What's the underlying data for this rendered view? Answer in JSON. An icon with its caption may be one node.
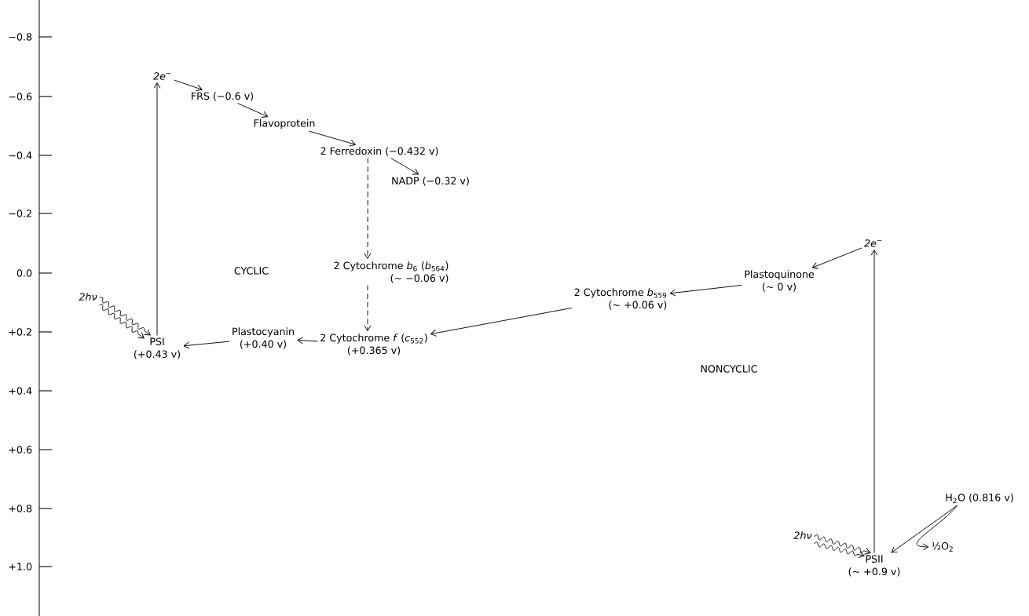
{
  "diagram": {
    "nodes": [
      {
        "text": [
          "2e$^{−}$"
        ]
      },
      {
        "text": [
          "FRS (−0.6 v)"
        ]
      },
      {
        "text": [
          "Flavoprotein"
        ]
      },
      {
        "text": [
          "2 Ferredoxin (−0.432 v)"
        ]
      },
      {
        "text": [
          "NADP (−0.32 v)"
        ]
      },
      {
        "text": [
          "2 Cytochrome *b*$_{6}$ (*b*$_{564}$)",
          "(∼ −0.06 v)"
        ]
      },
      {
        "text": [
          "2 Cytochrome *b*$_{559}$",
          "(∼ +0.06 v)"
        ]
      },
      {
        "text": [
          "Plastoquinone",
          "(∼ 0 v)"
        ]
      },
      {
        "text": [
          "2e$^{−}$"
        ]
      },
      {
        "text": [
          "2 Cytochrome *f* (*c*$_{552}$)",
          "(+0.365 v)"
        ]
      },
      {
        "text": [
          "Plastocyanin",
          "(+0.40 v)"
        ]
      },
      {
        "text": [
          "PSI",
          "(+0.43 v)"
        ]
      },
      {
        "text": [
          "2hν"
        ]
      },
      {
        "text": [
          "PSII",
          "(∼ +0.9 v)"
        ]
      },
      {
        "text": [
          "2hν"
        ]
      },
      {
        "text": [
          "H$_{2}$O (0.816 v)"
        ]
      },
      {
        "text": [
          "½O$_{2}$"
        ]
      }
    ],
    "edges": [
      {
        "from": 0,
        "to": 1,
        "arrow": "to"
      },
      {
        "from": 1,
        "to": 2,
        "arrow": "to"
      },
      {
        "from": 2,
        "to": 3,
        "arrow": "to"
      },
      {
        "from": 3,
        "to": 4,
        "arrow": "to"
      },
      {
        "from": 3,
        "to": 5,
        "arrow": "to",
        "style": "dashed"
      },
      {
        "from": 5,
        "to": 9,
        "arrow": "to",
        "style": "dashed"
      },
      {
        "from": 8,
        "to": 7,
        "arrow": "to"
      },
      {
        "from": 7,
        "to": 6,
        "arrow": "to"
      },
      {
        "from": 6,
        "to": 9,
        "arrow": "to"
      },
      {
        "from": 9,
        "to": 10,
        "arrow": "to"
      },
      {
        "from": 10,
        "to": 11,
        "arrow": "to"
      },
      {
        "from": 11,
        "to": 0,
        "arrow": "to"
      },
      {
        "from": 12,
        "to": 11,
        "arrow": "to"
      },
      {
        "from": 12,
        "to": 11,
        "arrow": "to"
      },
      {
        "from": 13,
        "to": 8,
        "arrow": "to"
      },
      {
        "from": 14,
        "to": 13,
        "arrow": "to"
      },
      {
        "from": 14,
        "to": 13,
        "arrow": "to"
      },
      {
        "from": 15,
        "to": 13,
        "arrow": "to"
      },
      {
        "from": 15,
        "to": 16,
        "arrow": "to"
      }
    ],
    "labels": [
      "CYCLIC",
      "NONCYCLIC",
      "−0.8",
      "−0.6",
      "−0.4",
      "−0.2",
      "0.0",
      "+0.2",
      "+0.4",
      "+0.6",
      "+0.8",
      "+1.0"
    ]
  }
}
